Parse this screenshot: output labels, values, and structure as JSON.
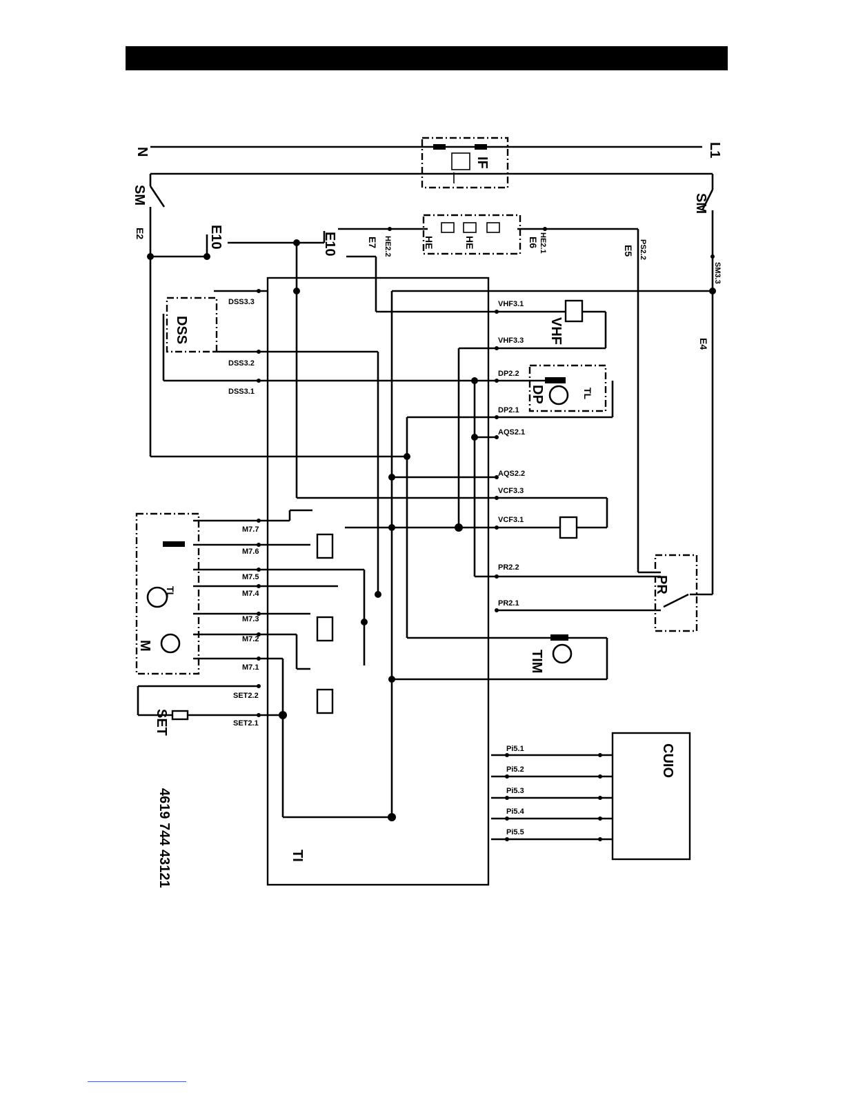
{
  "diagram": {
    "mains": {
      "neutral": "N",
      "line": "L1"
    },
    "components": {
      "SM": "SM",
      "E10": "E10",
      "E2": "E2",
      "E7": "E7",
      "E6": "E6",
      "E5": "E5",
      "E4": "E4",
      "IF": "IF",
      "HE": "HE",
      "DSS": "DSS",
      "VHF": "VHF",
      "DP": "DP",
      "PR": "PR",
      "TIM": "TIM",
      "M": "M",
      "SET": "SET",
      "CUIO": "CUIO",
      "TI": "TI",
      "TL": "TL"
    },
    "terminals": {
      "DSS3_3": "DSS3.3",
      "DSS3_2": "DSS3.2",
      "DSS3_1": "DSS3.1",
      "VHF3_1": "VHF3.1",
      "VHF3_3": "VHF3.3",
      "DP2_2": "DP2.2",
      "DP2_1": "DP2.1",
      "AQS2_1": "AQS2.1",
      "AQS2_2": "AQS2.2",
      "VCF3_3": "VCF3.3",
      "VCF3_1": "VCF3.1",
      "PR2_2": "PR2.2",
      "PR2_1": "PR2.1",
      "M7_7": "M7.7",
      "M7_6": "M7.6",
      "M7_5": "M7.5",
      "M7_4": "M7.4",
      "M7_3": "M7.3",
      "M7_2": "M7.2",
      "M7_1": "M7.1",
      "SET2_2": "SET2.2",
      "SET2_1": "SET2.1",
      "Pi5_1": "Pi5.1",
      "Pi5_2": "Pi5.2",
      "Pi5_3": "Pi5.3",
      "Pi5_4": "Pi5.4",
      "Pi5_5": "Pi5.5",
      "HE2_2": "HE2.2",
      "HE2_1": "HE2.1",
      "PS2_2": "PS2.2",
      "SM3_3": "SM3.3"
    },
    "part_number": "4619 744 43121"
  }
}
